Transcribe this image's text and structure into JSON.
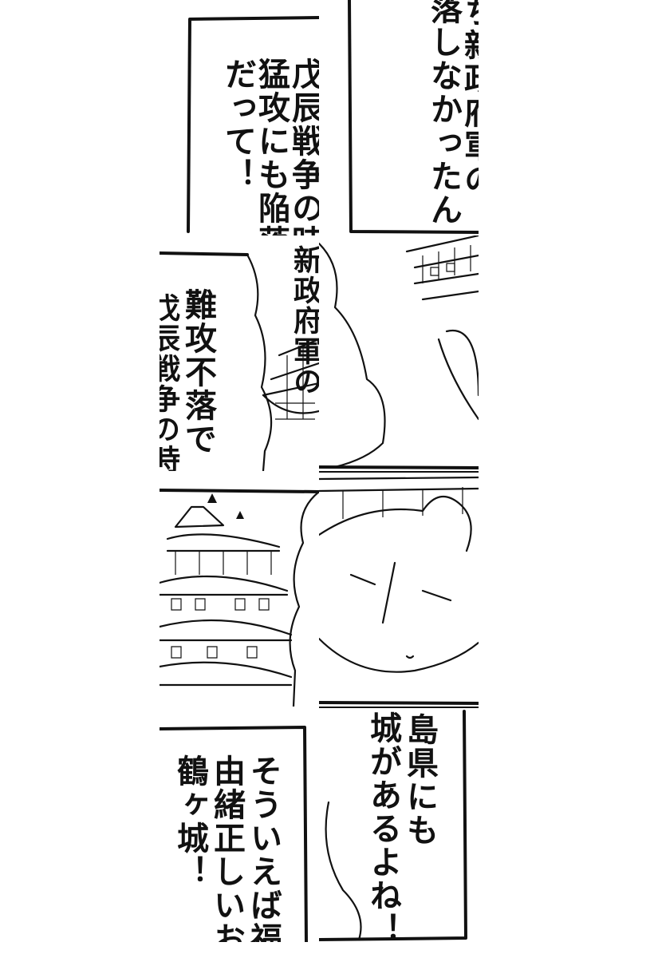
{
  "panels": {
    "p1": {
      "line_1": "ち新政府軍の",
      "line_2": "落しなかったん"
    },
    "p2": {
      "line_1": "戊辰戦争の時",
      "line_2": "猛攻にも陥落",
      "line_3": "だって！"
    },
    "p3": {
      "line_1": "新政府軍の"
    },
    "p4": {
      "line_1": "難攻不落で",
      "line_2": "戊辰戦争の時"
    },
    "p7": {
      "line_1": "島県にも",
      "line_2": "城があるよね！"
    },
    "p8": {
      "line_1": "そういえば福島",
      "line_2": "由緒正しいお城",
      "line_3": "鶴ヶ城！"
    }
  },
  "icons": [
    "castle-illustration",
    "character-face",
    "speech-bubble-frame"
  ]
}
